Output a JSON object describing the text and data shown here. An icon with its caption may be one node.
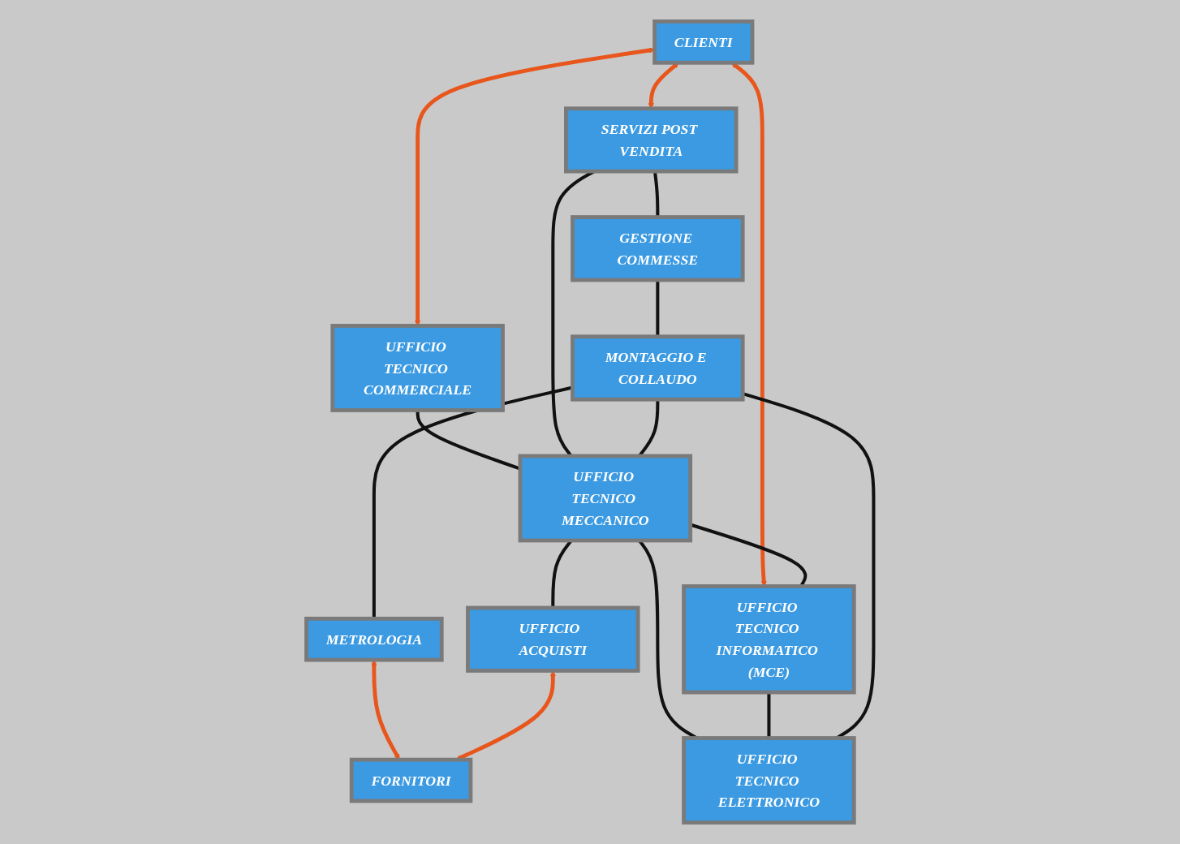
{
  "diagram": {
    "nodes": [
      {
        "text": [
          "CLIENTI"
        ]
      },
      {
        "text": [
          "SERVIZI POST VENDITA"
        ]
      },
      {
        "text": [
          "UFFICIO TECNICO COMMERCIALE"
        ]
      },
      {
        "text": [
          "UFFICIO TECNICO INFORMATICO (MCE)"
        ]
      },
      {
        "text": [
          "GESTIONE COMMESSE"
        ]
      },
      {
        "text": [
          "UFFICIO TECNICO MECCANICO"
        ]
      },
      {
        "text": [
          "MONTAGGIO E COLLAUDO"
        ]
      },
      {
        "text": [
          "UFFICIO TECNICO ELETTRONICO"
        ]
      },
      {
        "text": [
          "METROLOGIA"
        ]
      },
      {
        "text": [
          "UFFICIO  ACQUISTI"
        ]
      },
      {
        "text": [
          "FORNITORI"
        ]
      }
    ],
    "edges": [
      {
        "from": 0,
        "to": 1,
        "arrow": "both",
        "color": "#e8561c"
      },
      {
        "from": 0,
        "to": 2,
        "arrow": "both",
        "color": "#e8561c"
      },
      {
        "from": 0,
        "to": 3,
        "arrow": "both",
        "color": "#e8561c"
      },
      {
        "from": 1,
        "to": 4,
        "arrow": "none"
      },
      {
        "from": 4,
        "to": 6,
        "arrow": "none"
      },
      {
        "from": 6,
        "to": 8,
        "arrow": "none"
      },
      {
        "from": 2,
        "to": 5,
        "arrow": "none"
      },
      {
        "from": 1,
        "to": 5,
        "arrow": "none"
      },
      {
        "from": 6,
        "to": 5,
        "arrow": "none"
      },
      {
        "from": 5,
        "to": 3,
        "arrow": "none"
      },
      {
        "from": 5,
        "to": 7,
        "arrow": "none"
      },
      {
        "from": 3,
        "to": 7,
        "arrow": "none"
      },
      {
        "from": 6,
        "to": 7,
        "arrow": "none"
      },
      {
        "from": 5,
        "to": 9,
        "arrow": "none"
      },
      {
        "from": 8,
        "to": 10,
        "arrow": "both",
        "color": "#e8561c"
      },
      {
        "from": 9,
        "to": 10,
        "arrow": "both",
        "color": "#e8561c"
      }
    ]
  }
}
